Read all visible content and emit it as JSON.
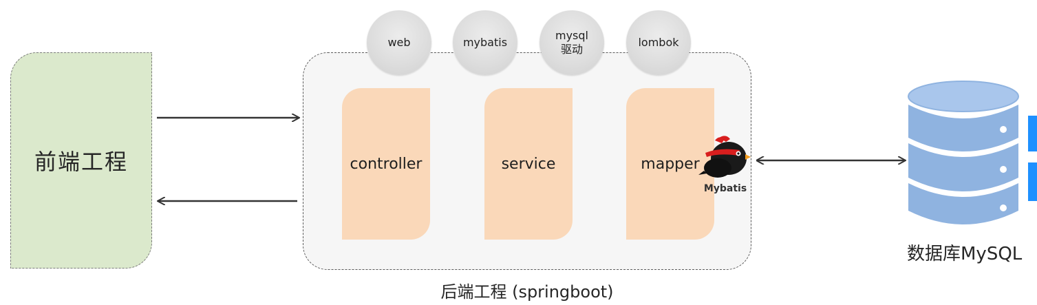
{
  "frontend": {
    "label": "前端工程"
  },
  "backend": {
    "caption": "后端工程 (springboot)",
    "layers": [
      {
        "label": "controller"
      },
      {
        "label": "service"
      },
      {
        "label": "mapper"
      }
    ],
    "dependencies": [
      {
        "label": "web"
      },
      {
        "label": "mybatis"
      },
      {
        "label": "mysql\n驱动"
      },
      {
        "label": "lombok"
      }
    ],
    "mybatis_logo_text": "Mybatis"
  },
  "database": {
    "label": "数据库MySQL",
    "icon": "database-icon"
  },
  "colors": {
    "frontend_fill": "#dbe9cc",
    "backend_fill": "#f6f6f6",
    "layer_fill": "#fad8b9",
    "dependency_fill": "#dcdcdc",
    "database_fill": "#8fb3e0",
    "arrow": "#333333"
  }
}
